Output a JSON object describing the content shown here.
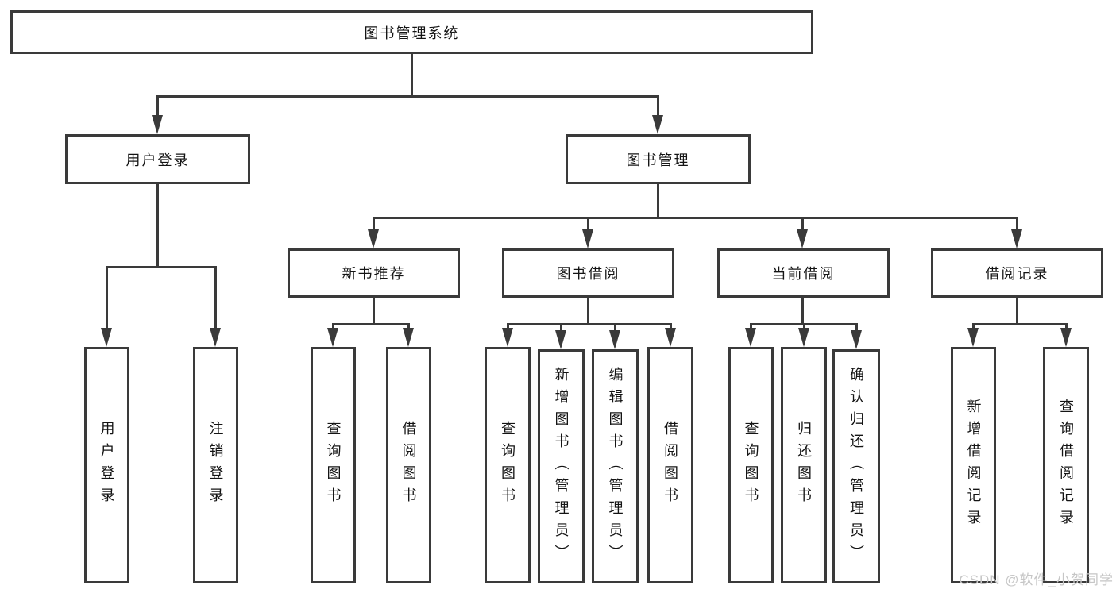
{
  "tree": {
    "label": "图书管理系统",
    "children": [
      {
        "label": "用户登录",
        "children": [
          {
            "label": "用户登录"
          },
          {
            "label": "注销登录"
          }
        ]
      },
      {
        "label": "图书管理",
        "children": [
          {
            "label": "新书推荐",
            "children": [
              {
                "label": "查询图书"
              },
              {
                "label": "借阅图书"
              }
            ]
          },
          {
            "label": "图书借阅",
            "children": [
              {
                "label": "查询图书"
              },
              {
                "label": "新增图书（管理员）"
              },
              {
                "label": "编辑图书（管理员）"
              },
              {
                "label": "借阅图书"
              }
            ]
          },
          {
            "label": "当前借阅",
            "children": [
              {
                "label": "查询图书"
              },
              {
                "label": "归还图书"
              },
              {
                "label": "确认归还（管理员）"
              }
            ]
          },
          {
            "label": "借阅记录",
            "children": [
              {
                "label": "新增借阅记录"
              },
              {
                "label": "查询借阅记录"
              }
            ]
          }
        ]
      }
    ]
  },
  "watermark": "CSDN @软件_小贺同学",
  "colors": {
    "line": "#3a3a3a",
    "text": "#141414",
    "watermark": "#c6c6c6",
    "background": "#ffffff"
  }
}
